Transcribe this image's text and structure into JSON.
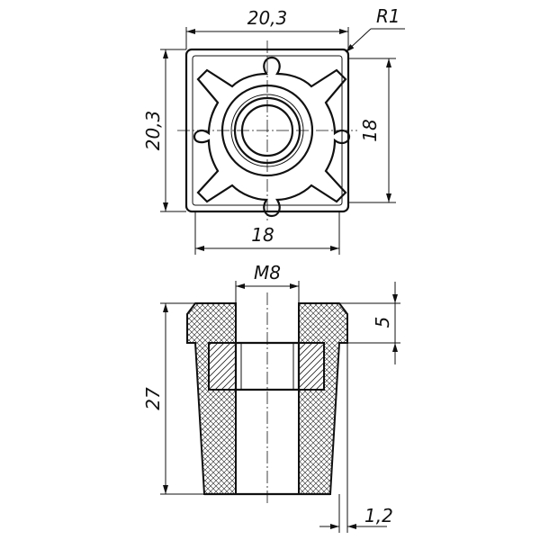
{
  "top_view": {
    "width_label": "20,3",
    "height_label": "20,3",
    "inner_width_label": "18",
    "inner_height_label": "18",
    "radius_label": "R1"
  },
  "section_view": {
    "thread_label": "M8",
    "height_label": "27",
    "lip_label": "5",
    "wall_label": "1,2"
  }
}
